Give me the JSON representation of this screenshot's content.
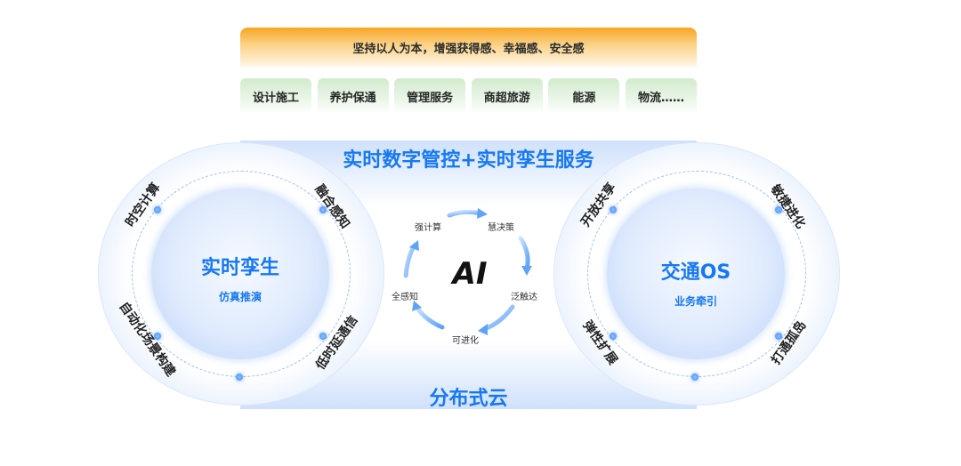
{
  "top_banner": {
    "text": "坚持以人为本，增强获得感、幸福感、安全感"
  },
  "sectors": [
    "设计施工",
    "养护保通",
    "管理服务",
    "商超旅游",
    "能源",
    "物流……"
  ],
  "band": {
    "top_title": "实时数字管控+实时孪生服务",
    "bottom_title": "分布式云"
  },
  "left_circle": {
    "title": "实时孪生",
    "subtitle": "仿真推演",
    "labels": {
      "top_left": "时空计算",
      "top_right": "融合感知",
      "bottom_left": "自动化场景构建",
      "bottom_right": "低时延通信"
    }
  },
  "right_circle": {
    "title": "交通OS",
    "subtitle": "业务牵引",
    "labels": {
      "top_left": "开放共享",
      "top_right": "敏捷进化",
      "bottom_left": "弹性扩展",
      "bottom_right": "打通孤岛"
    }
  },
  "ai_cycle": {
    "center": "AI",
    "items": {
      "top_left": "强计算",
      "top_right": "慧决策",
      "right": "泛触达",
      "bottom": "可进化",
      "left": "全感知"
    }
  },
  "colors": {
    "accent_blue": "#1778f2",
    "banner_orange": "#f7a623",
    "sector_green": "#d3ebce"
  }
}
